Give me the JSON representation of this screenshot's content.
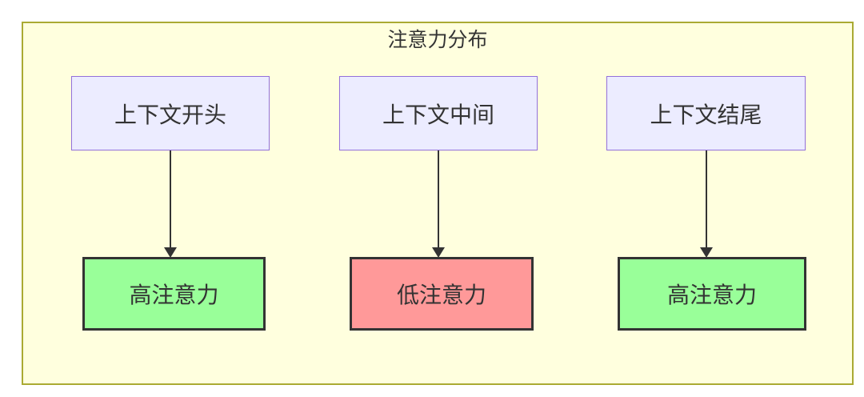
{
  "diagram": {
    "title": "注意力分布",
    "columns": [
      {
        "source_label": "上下文开头",
        "result_label": "高注意力",
        "level": "high"
      },
      {
        "source_label": "上下文中间",
        "result_label": "低注意力",
        "level": "low"
      },
      {
        "source_label": "上下文结尾",
        "result_label": "高注意力",
        "level": "high"
      }
    ]
  },
  "colors": {
    "page_bg": "#ffffff",
    "container_fill": "#ffffde",
    "container_border": "#aaaa33",
    "source_fill": "#ececff",
    "source_border": "#9370db",
    "high_fill": "#99ff99",
    "low_fill": "#ff9999",
    "result_border": "#333333",
    "arrow": "#333333",
    "text": "#333333"
  }
}
